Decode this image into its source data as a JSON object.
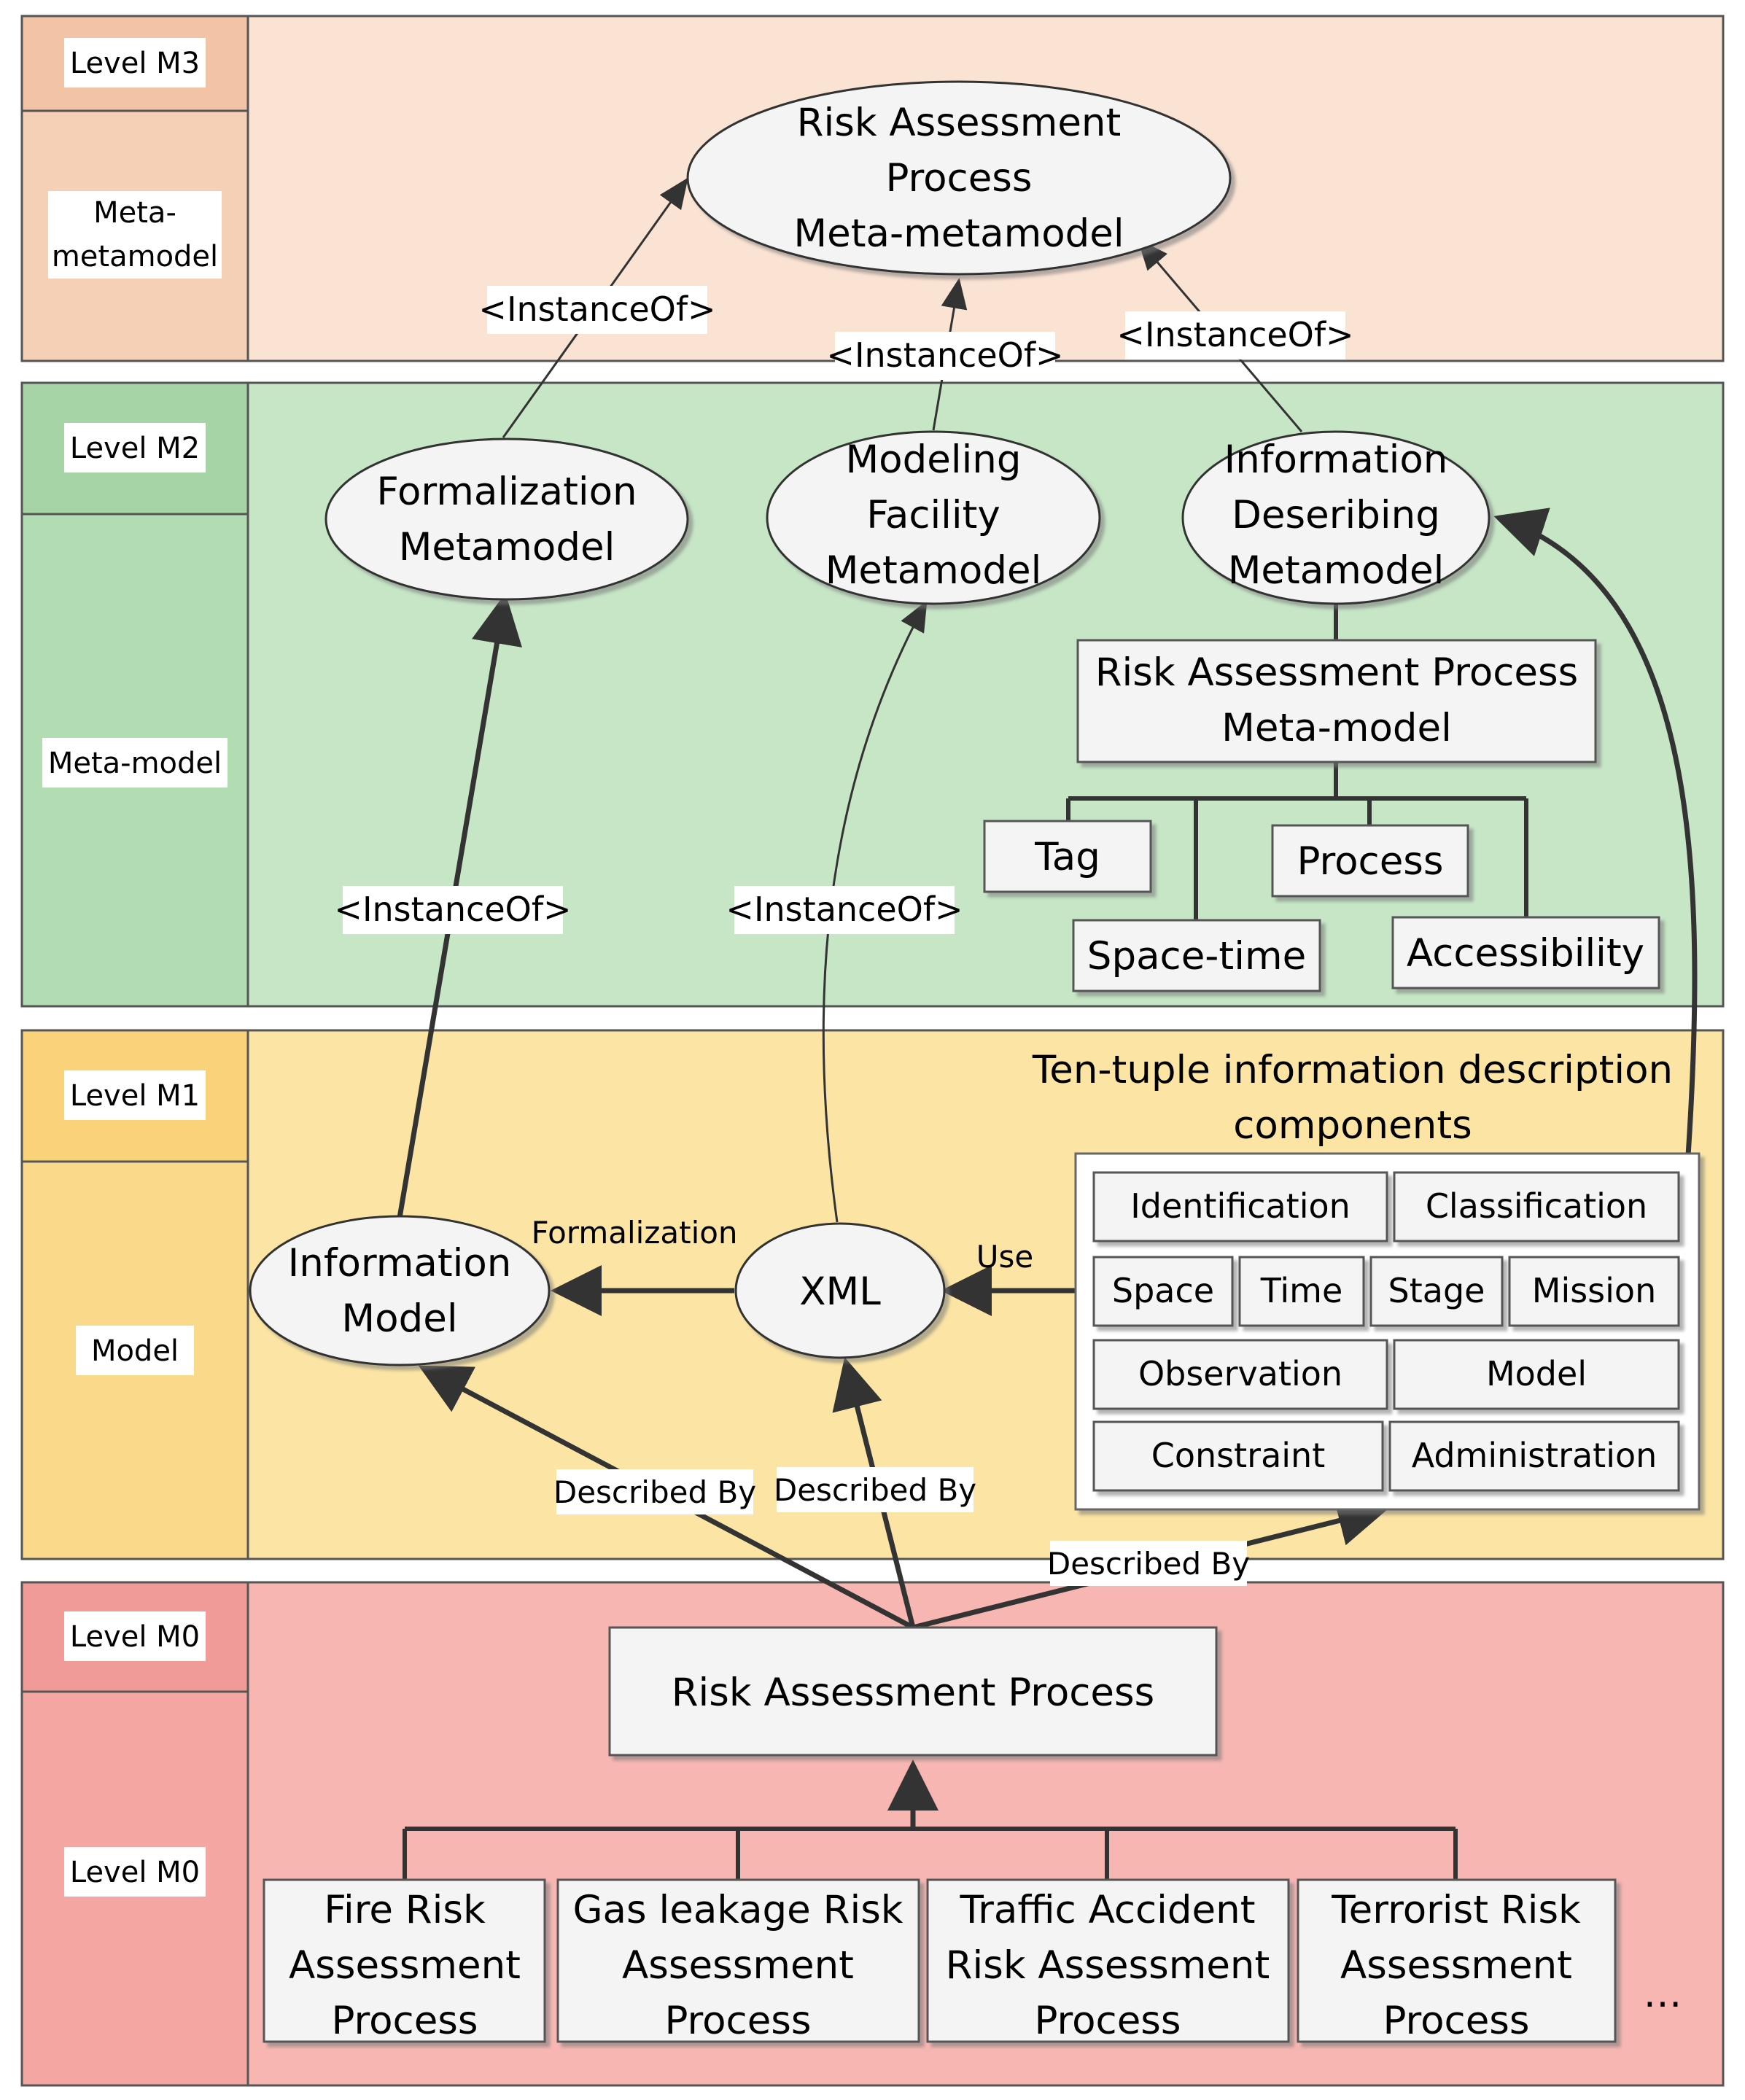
{
  "colors": {
    "m3_bg": "#fbe3d3",
    "m3_side": "#f5d0b6",
    "m2_bg": "#c6e6c6",
    "m2_side": "#b2dcb2",
    "m1_bg": "#fce5a4",
    "m1_side": "#fbd98a",
    "m0_bg": "#f7b6b2",
    "m0_side": "#f4a6a2",
    "node_fill": "#f4f4f4",
    "stroke": "#333333",
    "border": "#555555"
  },
  "levels": {
    "m3": {
      "tag": "Level M3",
      "name": [
        "Meta-",
        "metamodel"
      ]
    },
    "m2": {
      "tag": "Level M2",
      "name": [
        "Meta-model"
      ]
    },
    "m1": {
      "tag": "Level M1",
      "name": [
        "Model"
      ]
    },
    "m0": {
      "tag": "Level M0",
      "name": [
        "Level M0"
      ]
    }
  },
  "nodes": {
    "ra_meta_metamodel": [
      "Risk Assessment",
      "Process",
      "Meta-metamodel"
    ],
    "formalization_metamodel": [
      "Formalization",
      "Metamodel"
    ],
    "modeling_facility_metamodel": [
      "Modeling",
      "Facility",
      "Metamodel"
    ],
    "information_describing_metamodel": [
      "Information",
      "Deseribing",
      "Metamodel"
    ],
    "ra_process_metamodel": [
      "Risk Assessment Process",
      "Meta-model"
    ],
    "metamodel_children": [
      "Tag",
      "Process",
      "Space-time",
      "Accessibility"
    ],
    "information_model": [
      "Information",
      "Model"
    ],
    "xml": "XML",
    "ten_tuple_title": [
      "Ten-tuple information description",
      "components"
    ],
    "components": [
      "Identification",
      "Classification",
      "Space",
      "Time",
      "Stage",
      "Mission",
      "Observation",
      "Model",
      "Constraint",
      "Administration"
    ],
    "risk_assessment_process": "Risk Assessment Process",
    "processes": [
      [
        "Fire Risk",
        "Assessment",
        "Process"
      ],
      [
        "Gas leakage Risk",
        "Assessment",
        "Process"
      ],
      [
        "Traffic Accident",
        "Risk Assessment",
        "Process"
      ],
      [
        "Terrorist Risk",
        "Assessment",
        "Process"
      ]
    ],
    "ellipsis": "…"
  },
  "edges": {
    "instance_of": "<InstanceOf>",
    "formalization": "Formalization",
    "use": "Use",
    "described_by": "Described By"
  }
}
